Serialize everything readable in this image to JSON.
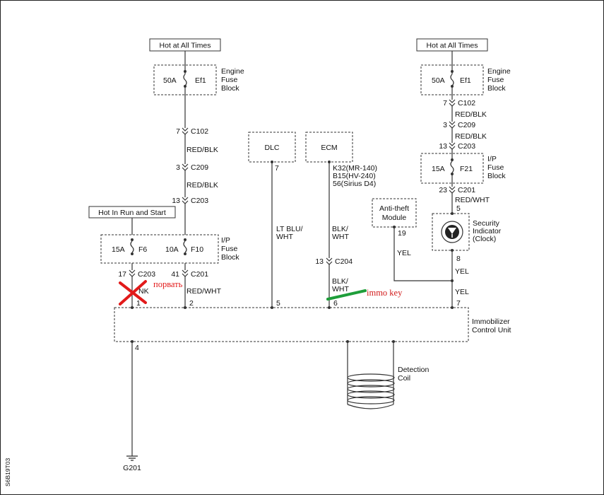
{
  "diagram_id": "S6B19T03",
  "left_feed": {
    "hot_label": "Hot at All Times",
    "fuse_amp": "50A",
    "fuse_name": "Ef1",
    "fuse_block": [
      "Engine",
      "Fuse",
      "Block"
    ],
    "connectors": [
      {
        "pin": "7",
        "name": "C102"
      },
      {
        "pin": "3",
        "name": "C209"
      },
      {
        "pin": "13",
        "name": "C203"
      }
    ],
    "wires": [
      "RED/BLK",
      "RED/BLK"
    ]
  },
  "run_start": {
    "label": "Hot In Run and Start"
  },
  "ip_fuse_left": {
    "fuses": [
      {
        "amp": "15A",
        "name": "F6"
      },
      {
        "amp": "10A",
        "name": "F10"
      }
    ],
    "block": [
      "I/P",
      "Fuse",
      "Block"
    ],
    "bottom_connectors": [
      {
        "pin": "17",
        "name": "C203"
      },
      {
        "pin": "41",
        "name": "C201"
      }
    ],
    "wires": [
      "NK",
      "RED/WHT"
    ]
  },
  "annotations": {
    "tear": "порвать",
    "immo": "immo key"
  },
  "dlc": {
    "label": "DLC",
    "pin": "7",
    "wire": [
      "LT BLU/",
      "WHT"
    ]
  },
  "ecm": {
    "label": "ECM",
    "pins": [
      "K32(MR-140)",
      "B15(HV-240)",
      "56(Sirius D4)"
    ],
    "wire1": [
      "BLK/",
      "WHT"
    ],
    "connector": {
      "pin": "13",
      "name": "C204"
    },
    "wire2": [
      "BLK/",
      "WHT"
    ]
  },
  "right_feed": {
    "hot_label": "Hot at All Times",
    "fuse_amp": "50A",
    "fuse_name": "Ef1",
    "fuse_block": [
      "Engine",
      "Fuse",
      "Block"
    ],
    "connectors": [
      {
        "pin": "7",
        "name": "C102"
      },
      {
        "pin": "3",
        "name": "C209"
      },
      {
        "pin": "13",
        "name": "C203"
      }
    ],
    "wires": [
      "RED/BLK",
      "RED/BLK"
    ],
    "ip_fuse": {
      "amp": "15A",
      "name": "F21",
      "block": [
        "I/P",
        "Fuse",
        "Block"
      ]
    },
    "c201": {
      "pin": "23",
      "name": "C201"
    },
    "wire_c201": "RED/WHT",
    "indicator_pin_top": "5",
    "indicator": [
      "Security",
      "Indicator",
      "(Clock)"
    ],
    "indicator_pin_bottom": "8",
    "wire_yel1": "YEL",
    "wire_yel2": "YEL"
  },
  "antitheft": {
    "label": [
      "Anti-theft",
      "Module"
    ],
    "pin": "19",
    "wire": "YEL"
  },
  "control_unit": {
    "label": [
      "Immobilizer",
      "Control Unit"
    ],
    "pins_top": [
      "1",
      "2",
      "5",
      "6",
      "7"
    ],
    "pin_bottom": "4"
  },
  "coil": {
    "label": [
      "Detection",
      "Coil"
    ]
  },
  "ground": {
    "label": "G201"
  },
  "colors": {
    "wire": "#333333",
    "annotation_red": "#e21a1a",
    "annotation_green": "#1e9e3a"
  }
}
